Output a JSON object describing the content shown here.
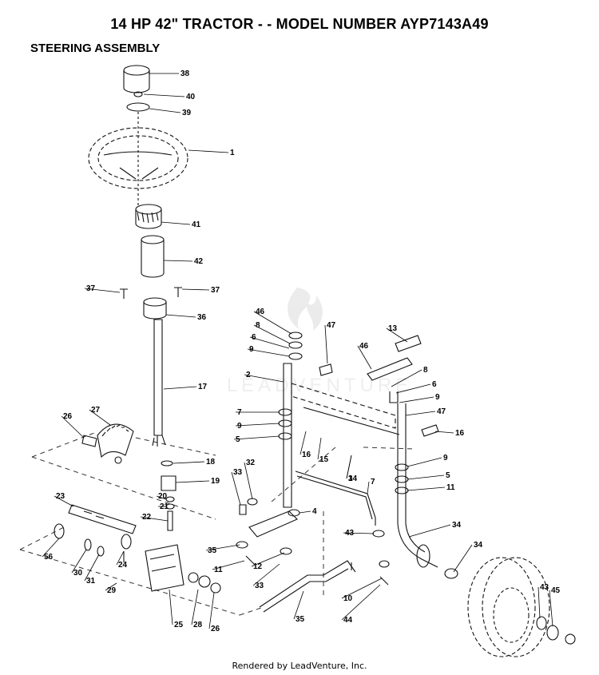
{
  "page": {
    "title": "14 HP 42\" TRACTOR - - MODEL NUMBER AYP7143A49",
    "subtitle": "STEERING ASSEMBLY",
    "footer": "Rendered by LeadVenture, Inc.",
    "watermark": "LEADVENTURE"
  },
  "callouts": [
    {
      "label": "38"
    },
    {
      "label": "40"
    },
    {
      "label": "39"
    },
    {
      "label": "1"
    },
    {
      "label": "41"
    },
    {
      "label": "42"
    },
    {
      "label": "37"
    },
    {
      "label": "37"
    },
    {
      "label": "36"
    },
    {
      "label": "17"
    },
    {
      "label": "27"
    },
    {
      "label": "26"
    },
    {
      "label": "18"
    },
    {
      "label": "19"
    },
    {
      "label": "20"
    },
    {
      "label": "21"
    },
    {
      "label": "22"
    },
    {
      "label": "23"
    },
    {
      "label": "56"
    },
    {
      "label": "30"
    },
    {
      "label": "31"
    },
    {
      "label": "24"
    },
    {
      "label": "29"
    },
    {
      "label": "25"
    },
    {
      "label": "28"
    },
    {
      "label": "26"
    },
    {
      "label": "46"
    },
    {
      "label": "8"
    },
    {
      "label": "6"
    },
    {
      "label": "9"
    },
    {
      "label": "47"
    },
    {
      "label": "2"
    },
    {
      "label": "7"
    },
    {
      "label": "9"
    },
    {
      "label": "5"
    },
    {
      "label": "16"
    },
    {
      "label": "15"
    },
    {
      "label": "14"
    },
    {
      "label": "13"
    },
    {
      "label": "46"
    },
    {
      "label": "8"
    },
    {
      "label": "6"
    },
    {
      "label": "9"
    },
    {
      "label": "47"
    },
    {
      "label": "16"
    },
    {
      "label": "3"
    },
    {
      "label": "33"
    },
    {
      "label": "32"
    },
    {
      "label": "7"
    },
    {
      "label": "9"
    },
    {
      "label": "5"
    },
    {
      "label": "11"
    },
    {
      "label": "4"
    },
    {
      "label": "34"
    },
    {
      "label": "35"
    },
    {
      "label": "11"
    },
    {
      "label": "12"
    },
    {
      "label": "33"
    },
    {
      "label": "43"
    },
    {
      "label": "34"
    },
    {
      "label": "10"
    },
    {
      "label": "35"
    },
    {
      "label": "44"
    },
    {
      "label": "43"
    },
    {
      "label": "45"
    }
  ]
}
